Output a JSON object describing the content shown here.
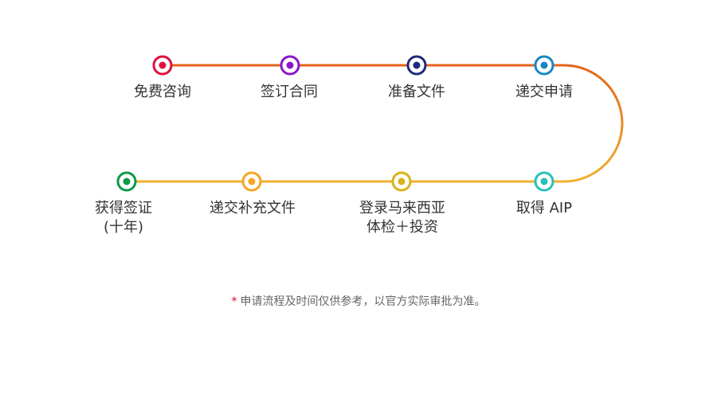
{
  "steps": [
    {
      "label": "免费咨询",
      "color": "#e0103c"
    },
    {
      "label": "签订合同",
      "color": "#8a17c9"
    },
    {
      "label": "准备文件",
      "color": "#1f2a7a"
    },
    {
      "label": "递交申请",
      "color": "#1a87c4"
    },
    {
      "label": "取得 AIP",
      "color": "#25c2bb"
    },
    {
      "label": "登录马来西亚",
      "label2": "体检＋投资",
      "color": "#d9b21a"
    },
    {
      "label": "递交补充文件",
      "color": "#f5a526"
    },
    {
      "label": "获得签证",
      "label2": "(十年)",
      "color": "#0c9a47"
    }
  ],
  "track_colors": {
    "top": "#e3641b",
    "curve_start": "#e3641b",
    "curve_end": "#f0b12f",
    "bottom": "#f0b12f"
  },
  "note": {
    "star": "*",
    "text": "申请流程及时间仅供参考，以官方实际审批为准。"
  }
}
